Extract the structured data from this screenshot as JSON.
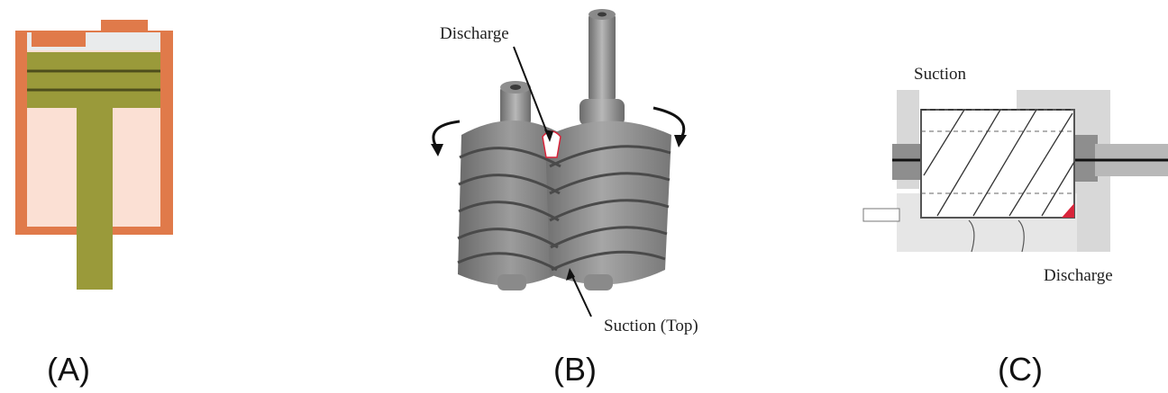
{
  "figure": {
    "panels": [
      {
        "id": "A",
        "caption": "(A)"
      },
      {
        "id": "B",
        "caption": "(B)",
        "labels": {
          "discharge": "Discharge",
          "suction": "Suction (Top)"
        }
      },
      {
        "id": "C",
        "caption": "(C)",
        "labels": {
          "suction": "Suction",
          "discharge": "Discharge"
        }
      }
    ]
  },
  "colors": {
    "cylinder_wall": "#e07a4a",
    "cylinder_fill": "#fbe0d4",
    "piston": "#9a9a3a",
    "valve_plate": "#e9ebec",
    "rotor_dark": "#6e6e6e",
    "rotor_mid": "#8c8c8c",
    "rotor_light": "#b4b4b4",
    "housing_gray": "#d8d8d8",
    "highlight_red": "#d8243a"
  }
}
